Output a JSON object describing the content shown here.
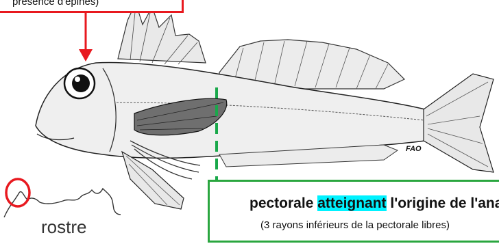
{
  "callout": {
    "text": "présence d'épines)"
  },
  "info_box": {
    "line1_before": "pectorale ",
    "line1_highlight": "atteignant",
    "line1_after": " l'origine de l'anale",
    "line2": "(3 rayons inférieurs de la pectorale libres)"
  },
  "credit": "FAO",
  "rostre_label": "rostre",
  "colors": {
    "callout_red": "#e8191f",
    "guide_green": "#19a84a",
    "highlight_cyan": "#00f2ff"
  }
}
